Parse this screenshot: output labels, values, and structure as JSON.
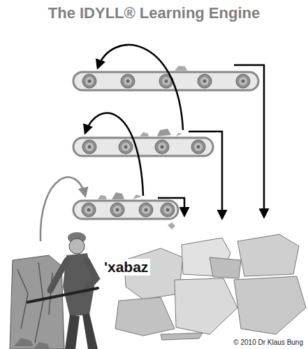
{
  "diagram": {
    "title": "The IDYLL® Learning Engine",
    "labels": [
      "'xabaz",
      "© 2010 Dr Klaus Bung"
    ]
  }
}
